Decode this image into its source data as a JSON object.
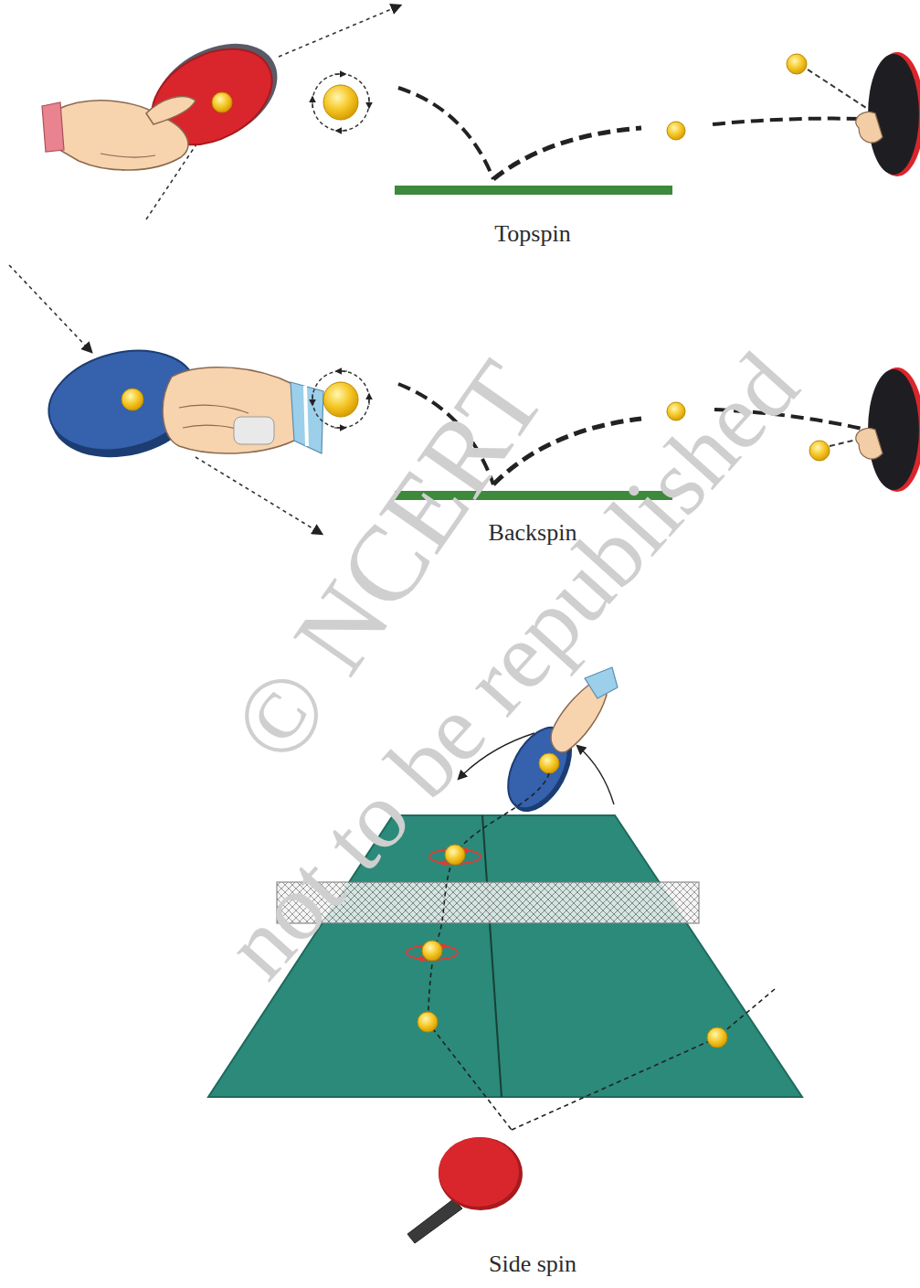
{
  "diagram": {
    "labels": [
      "Topspin",
      "Backspin",
      "Side spin",
      "© NCERT",
      "not to be republished"
    ]
  }
}
